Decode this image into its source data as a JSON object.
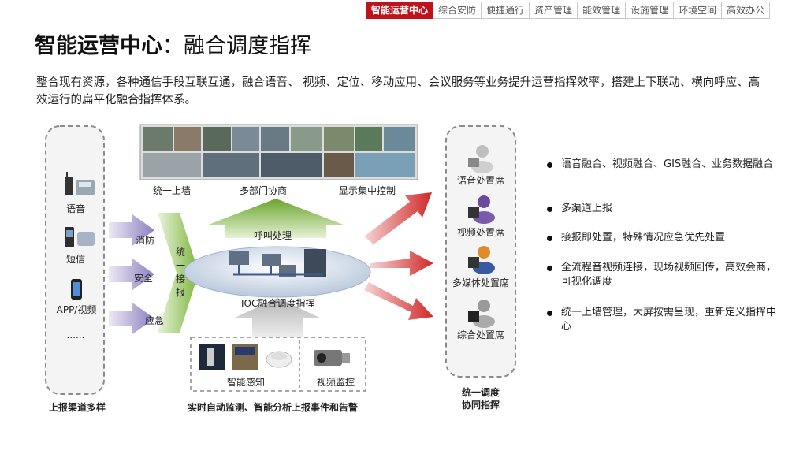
{
  "nav": {
    "tabs": [
      "智能运营中心",
      "综合安防",
      "便捷通行",
      "资产管理",
      "能效管理",
      "设施管理",
      "环境空间",
      "高效办公"
    ],
    "active_index": 0
  },
  "title": {
    "main": "智能运营中心",
    "separator": "：",
    "sub": "融合调度指挥"
  },
  "description": "整合现有资源，各种通信手段互联互通，融合语音、 视频、定位、移动应用、会议服务等业务提升运营指挥效率，搭建上下联动、横向呼应、高效运行的扁平化融合指挥体系。",
  "left_panel": {
    "items": [
      "语音",
      "短信",
      "APP/视频",
      "......"
    ],
    "caption": "上报渠道多样"
  },
  "arrows_left": [
    "消防",
    "安全",
    "应急"
  ],
  "report_label": "统一接报",
  "screen_labels": [
    "统一上墙",
    "多部门协商",
    "显示集中控制"
  ],
  "call_label": "呼叫处理",
  "ioc_label": "IOC融合调度指挥",
  "bottom_box": {
    "left_label": "智能感知",
    "right_label": "视频监控",
    "caption": "实时自动监测、智能分析上报事件和告警"
  },
  "seats": [
    "语音处置席",
    "视频处置席",
    "多媒体处置席",
    "综合处置席"
  ],
  "seats_caption": "统一调度\n协同指挥",
  "bullets": [
    "语音融合、视频融合、GIS融合、业务数据融合",
    "多渠道上报",
    "接报即处置，特殊情况应急优先处置",
    "全流程音视频连接，现场视频回传，高效会商，可视化调度",
    "统一上墙管理，大屏按需呈现，重新定义指挥中心"
  ],
  "colors": {
    "accent": "#c0121a",
    "arrow_green": "#7fb23b",
    "arrow_red": "#d43b3b",
    "arrow_purple": "#9b8fc4"
  }
}
